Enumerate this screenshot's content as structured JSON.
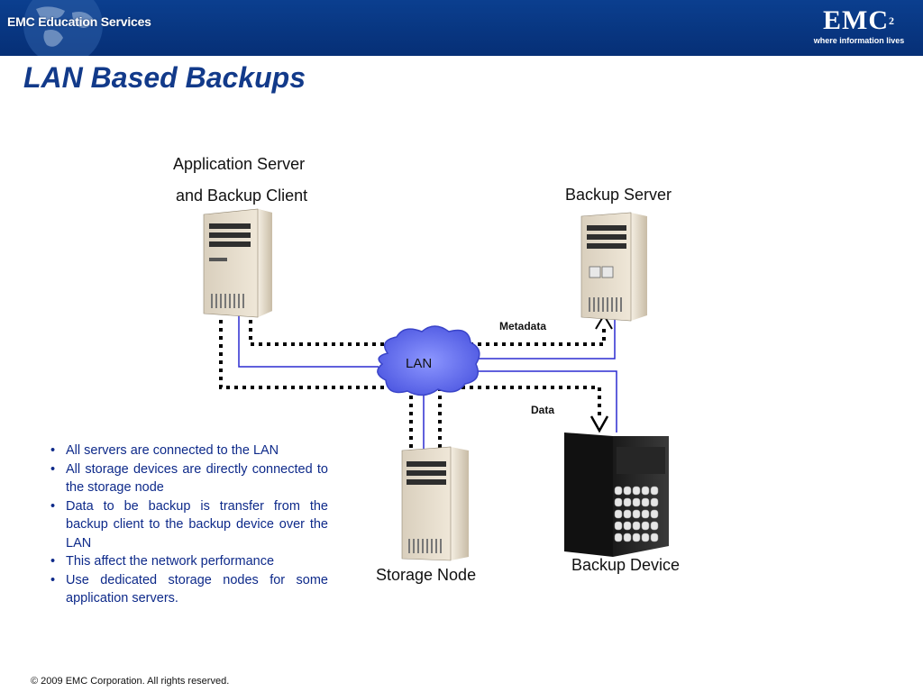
{
  "header": {
    "brand": "EMC Education Services",
    "logo_word": "EMC",
    "logo_superscript": "2",
    "logo_tagline": "where information lives"
  },
  "slide": {
    "title": "LAN Based Backups"
  },
  "diagram": {
    "app_server_label_line1": "Application Server",
    "app_server_label_line2": "and Backup Client",
    "backup_server_label": "Backup Server",
    "lan_label": "LAN",
    "metadata_label": "Metadata",
    "data_label": "Data",
    "storage_node_label": "Storage Node",
    "backup_device_label": "Backup Device"
  },
  "bullets": [
    "All servers are connected to the LAN",
    "All storage devices are directly connected to the storage node",
    "Data to be backup is transfer from the backup client to the backup device over the LAN",
    "This affect the network performance",
    "Use dedicated storage nodes for some application servers."
  ],
  "footer": {
    "copyright": "© 2009 EMC Corporation. All rights reserved."
  },
  "colors": {
    "header_bg": "#062f76",
    "title": "#123a8a",
    "bullet_text": "#0e2a8a",
    "lan_cloud": "#5f6cf0",
    "link_line": "#2b2bd0"
  }
}
